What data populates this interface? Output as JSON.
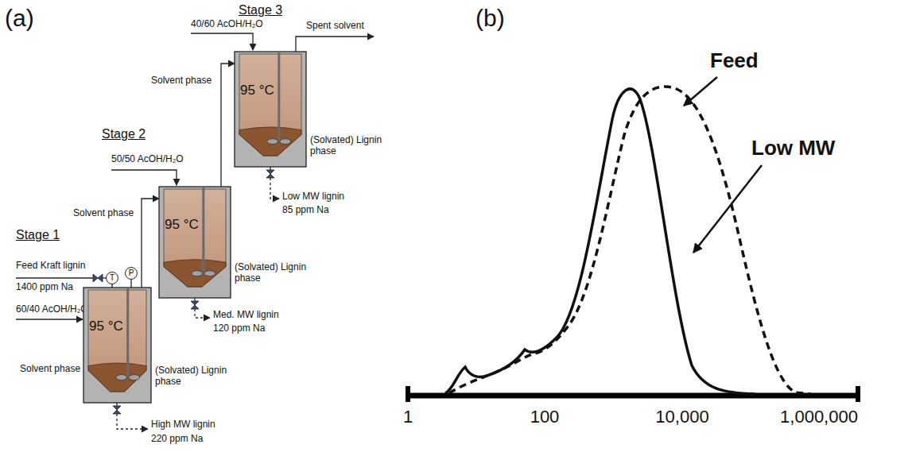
{
  "diagram": {
    "nodes": [
      {
        "text": [
          "95 °C"
        ]
      },
      {
        "text": [
          "T"
        ]
      },
      {
        "text": [
          "P"
        ]
      },
      {
        "text": [
          "95 °C"
        ]
      },
      {
        "text": [
          "95 °C"
        ]
      }
    ],
    "edges": [
      {
        "from": 0,
        "to": 3,
        "arrow": "to"
      },
      {
        "from": 3,
        "to": 4,
        "arrow": "to"
      },
      {
        "from": 1,
        "to": 0,
        "arrow": "none"
      },
      {
        "from": 2,
        "to": 0,
        "arrow": "none"
      }
    ],
    "labels": [
      "(a)",
      "Stage 3",
      "Spent solvent",
      "40/60 AcOH/H₂O",
      "Solvent phase",
      "(Solvated) Lignin phase",
      "Low MW lignin",
      "85 ppm Na",
      "Stage 2",
      "50/50 AcOH/H₂O",
      "Solvent phase",
      "(Solvated) Lignin phase",
      "Med. MW lignin",
      "120 ppm Na",
      "Stage 1",
      "Feed Kraft lignin",
      "1400 ppm Na",
      "60/40 AcOH/H₂O",
      "Solvent phase",
      "(Solvated) Lignin phase",
      "High MW lignin",
      "220 ppm Na",
      "(b)",
      "Feed",
      "Low MW",
      "1",
      "100",
      "10,000",
      "1,000,000"
    ]
  }
}
